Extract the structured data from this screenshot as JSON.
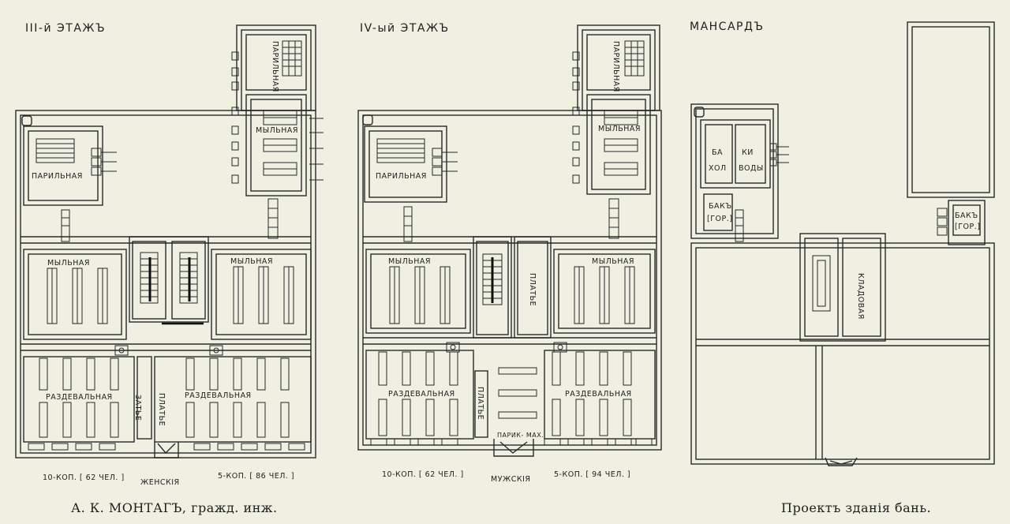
{
  "plans": {
    "third_floor": {
      "title": "III-й ЭТАЖЪ",
      "rooms": {
        "steam_left": "ПАРИЛЬНАЯ",
        "steam_top": "ПАРИЛЬНАЯ",
        "soap_top": "МЫЛЬНАЯ",
        "soap_left": "МЫЛЬНАЯ",
        "soap_right": "МЫЛЬНАЯ",
        "dress_left": "РАЗДЕВАЛЬНАЯ",
        "dress_right": "РАЗДЕВАЛЬНАЯ",
        "dress_store1": "ЗАТЬЕ",
        "dress_store2": "ПЛАТЬЕ"
      },
      "notes": {
        "left": "10-КОП. [ 62 ЧЕЛ. ]",
        "center": "ЖЕНСКІЯ",
        "right": "5-КОП. [ 86 ЧЕЛ. ]"
      }
    },
    "fourth_floor": {
      "title": "IV-ый ЭТАЖЪ",
      "rooms": {
        "steam_left": "ПАРИЛЬНАЯ",
        "steam_top": "ПАРИЛЬНАЯ",
        "soap_top": "МЫЛЬНАЯ",
        "soap_left": "МЫЛЬНАЯ",
        "soap_right": "МЫЛЬНАЯ",
        "clothes": "ПЛАТЬЕ",
        "dress_left": "РАЗДЕВАЛЬНАЯ",
        "dress_right": "РАЗДЕВАЛЬНАЯ",
        "dress_store": "ПЛАТЬЕ",
        "barber": "ПАРИК- МАХ."
      },
      "notes": {
        "left": "10-КОП. [ 62 ЧЕЛ. ]",
        "center": "МУЖСКІЯ",
        "right": "5-КОП. [ 94 ЧЕЛ. ]"
      }
    },
    "attic": {
      "title": "МАНСАРДЪ",
      "rooms": {
        "tank_cold_1": "БА",
        "tank_cold_2": "КИ",
        "tank_cold_3": "ХОЛ",
        "tank_cold_4": "ВОДЫ",
        "tank_hot_1": "БАКЪ",
        "tank_hot_2": "[ГОР.]",
        "tank_hot_r1": "БАКЪ",
        "tank_hot_r2": "[ГОР.]",
        "pantry": "КЛАДОВАЯ"
      }
    }
  },
  "captions": {
    "author": "А. К. МОНТАГЪ, гражд. инж.",
    "project": "Проектъ зданія бань."
  }
}
